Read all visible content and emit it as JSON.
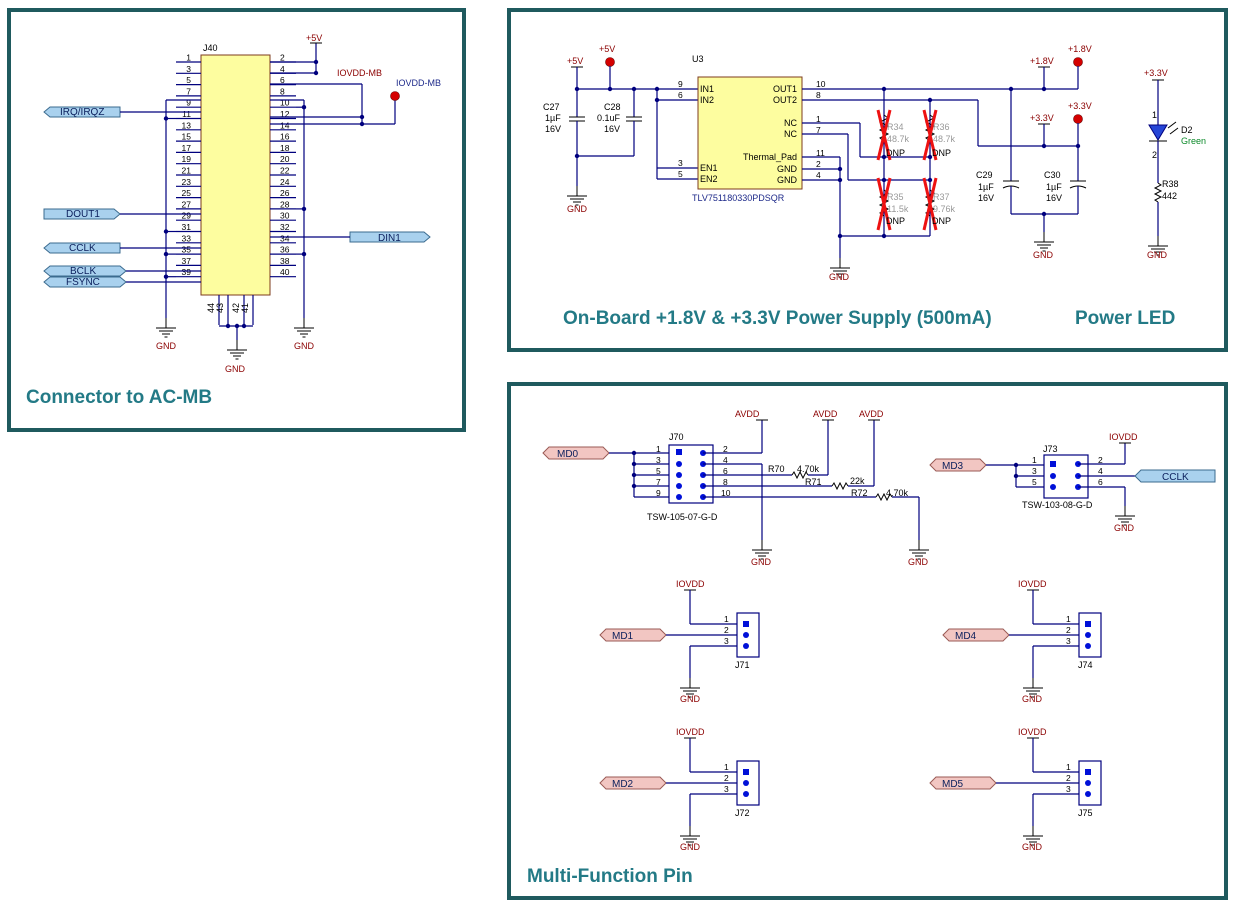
{
  "panels": {
    "connector": {
      "title": "Connector to AC-MB"
    },
    "power": {
      "title": "On-Board +1.8V & +3.3V Power Supply (500mA)",
      "led_title": "Power LED"
    },
    "mfp": {
      "title": "Multi-Function Pin"
    }
  },
  "connector": {
    "ref": "J40",
    "left_pins": [
      "1",
      "3",
      "5",
      "7",
      "9",
      "11",
      "13",
      "15",
      "17",
      "19",
      "21",
      "23",
      "25",
      "27",
      "29",
      "31",
      "33",
      "35",
      "37",
      "39"
    ],
    "right_pins": [
      "2",
      "4",
      "6",
      "8",
      "10",
      "12",
      "14",
      "16",
      "18",
      "20",
      "22",
      "24",
      "26",
      "28",
      "30",
      "32",
      "34",
      "36",
      "38",
      "40"
    ],
    "bottom_pins": [
      "44",
      "43",
      "42",
      "41"
    ],
    "nets": {
      "plus5v": "+5V",
      "iovdd_mb": "IOVDD-MB",
      "iovdd_mb2": "IOVDD-MB",
      "gnd": "GND"
    },
    "ports": {
      "irq": "IRQ/IRQZ",
      "dout1": "DOUT1",
      "cclk": "CCLK",
      "bclk": "BCLK",
      "fsync": "FSYNC",
      "din1": "DIN1"
    }
  },
  "power": {
    "ref": "U3",
    "part": "TLV751180330PDSQR",
    "pins_left": [
      "IN1",
      "IN2",
      "EN1",
      "EN2"
    ],
    "pins_left_nums": [
      "9",
      "6",
      "3",
      "5"
    ],
    "pins_right": [
      "OUT1",
      "OUT2",
      "NC",
      "NC",
      "Thermal_Pad",
      "GND",
      "GND"
    ],
    "pins_right_nums": [
      "10",
      "8",
      "1",
      "7",
      "11",
      "2",
      "4"
    ],
    "c27": {
      "ref": "C27",
      "value": "1µF",
      "voltage": "16V"
    },
    "c28": {
      "ref": "C28",
      "value": "0.1uF",
      "voltage": "16V"
    },
    "c29": {
      "ref": "C29",
      "value": "1µF",
      "voltage": "16V"
    },
    "c30": {
      "ref": "C30",
      "value": "1µF",
      "voltage": "16V"
    },
    "r34": {
      "ref": "R34",
      "value": "48.7k",
      "dnp": "DNP"
    },
    "r36": {
      "ref": "R36",
      "value": "48.7k",
      "dnp": "DNP"
    },
    "r35": {
      "ref": "R35",
      "value": "11.5k",
      "dnp": "DNP"
    },
    "r37": {
      "ref": "R37",
      "value": "9.76k",
      "dnp": "DNP"
    },
    "nets": {
      "p5v_a": "+5V",
      "p5v_b": "+5V",
      "p18_a": "+1.8V",
      "p18_b": "+1.8V",
      "p33_a": "+3.3V",
      "p33_b": "+3.3V",
      "gnd": "GND"
    },
    "led": {
      "supply": "+3.3V",
      "ref": "D2",
      "color": "Green",
      "pin1": "1",
      "pin2": "2",
      "r_ref": "R38",
      "r_value": "442",
      "gnd": "GND"
    }
  },
  "mfp": {
    "j70": {
      "ref": "J70",
      "part": "TSW-105-07-G-D",
      "odd": [
        "1",
        "3",
        "5",
        "7",
        "9"
      ],
      "even": [
        "2",
        "4",
        "6",
        "8",
        "10"
      ]
    },
    "j73": {
      "ref": "J73",
      "part": "TSW-103-08-G-D",
      "odd": [
        "1",
        "3",
        "5"
      ],
      "even": [
        "2",
        "4",
        "6"
      ]
    },
    "r70": {
      "ref": "R70",
      "value": "4.70k"
    },
    "r71": {
      "ref": "R71",
      "value": "22k"
    },
    "r72": {
      "ref": "R72",
      "value": "4.70k"
    },
    "avdd": "AVDD",
    "iovdd": "IOVDD",
    "gnd": "GND",
    "ports": {
      "md0": "MD0",
      "md1": "MD1",
      "md2": "MD2",
      "md3": "MD3",
      "md4": "MD4",
      "md5": "MD5",
      "cclk": "CCLK"
    },
    "j71": "J71",
    "j72": "J72",
    "j74": "J74",
    "j75": "J75",
    "pins3": [
      "1",
      "2",
      "3"
    ]
  },
  "colors": {
    "frame": "#1f5a5e",
    "title": "#237a86",
    "wire": "#00007e",
    "power_dot": "#d40000",
    "dnp_x": "#ee1111"
  }
}
